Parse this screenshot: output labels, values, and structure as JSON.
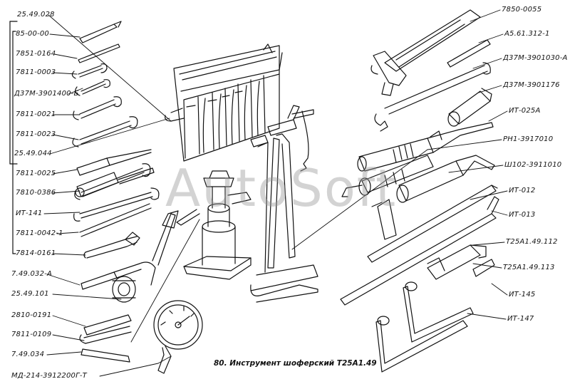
{
  "colors": {
    "ink": "#111111",
    "watermark": "#9a9a9a",
    "background": "#ffffff"
  },
  "watermark": "AutoSoft",
  "caption": "80. Инструмент шоферский   Т25А1.49",
  "left_labels": [
    {
      "id": "l1",
      "text": "25.49.028"
    },
    {
      "id": "l2",
      "text": "85-00-00"
    },
    {
      "id": "l3",
      "text": "7851-0164"
    },
    {
      "id": "l4",
      "text": "7811-0003"
    },
    {
      "id": "l5",
      "text": "Д37М-3901400-Б"
    },
    {
      "id": "l6",
      "text": "7811-0021"
    },
    {
      "id": "l7",
      "text": "7811-0023"
    },
    {
      "id": "l8",
      "text": "25.49.044"
    },
    {
      "id": "l9",
      "text": "7811-0025"
    },
    {
      "id": "l10",
      "text": "7810-0386"
    },
    {
      "id": "l11",
      "text": "ИТ-141"
    },
    {
      "id": "l12",
      "text": "7811-0042-1"
    },
    {
      "id": "l13",
      "text": "7814-0161"
    },
    {
      "id": "l14",
      "text": "7.49.032-А"
    },
    {
      "id": "l15",
      "text": "25.49.101"
    },
    {
      "id": "l16",
      "text": "2810-0191"
    },
    {
      "id": "l17",
      "text": "7811-0109"
    },
    {
      "id": "l18",
      "text": "7.49.034"
    },
    {
      "id": "l19",
      "text": "МД-214-3912200Г-Т"
    }
  ],
  "right_labels": [
    {
      "id": "r1",
      "text": "7850-0055"
    },
    {
      "id": "r2",
      "text": "А5.61.312-1"
    },
    {
      "id": "r3",
      "text": "Д37М-3901030-А"
    },
    {
      "id": "r4",
      "text": "Д37М-3901176"
    },
    {
      "id": "r5",
      "text": "ИТ-025А"
    },
    {
      "id": "r6",
      "text": "РН1-3917010"
    },
    {
      "id": "r7",
      "text": "Ш102-3911010"
    },
    {
      "id": "r8",
      "text": "ИТ-012"
    },
    {
      "id": "r9",
      "text": "ИТ-013"
    },
    {
      "id": "r10",
      "text": "Т25А1.49.112"
    },
    {
      "id": "r11",
      "text": "Т25А1.49.113"
    },
    {
      "id": "r12",
      "text": "ИТ-145"
    },
    {
      "id": "r13",
      "text": "ИТ-147"
    }
  ]
}
